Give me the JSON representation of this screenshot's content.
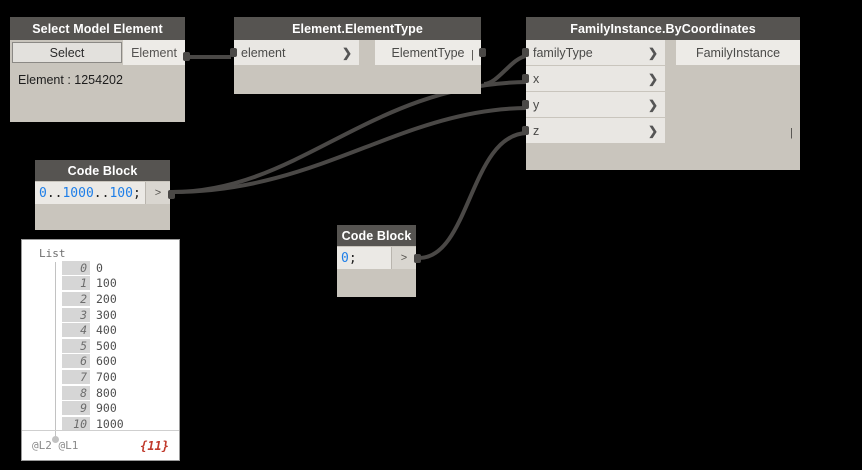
{
  "nodes": {
    "select_model_element": {
      "title": "Select Model Element",
      "button_label": "Select",
      "output_label": "Element",
      "info": "Element : 1254202"
    },
    "element_elementtype": {
      "title": "Element.ElementType",
      "input_label": "element",
      "output_label": "ElementType",
      "lacing": "|"
    },
    "familyinstance_bycoordinates": {
      "title": "FamilyInstance.ByCoordinates",
      "inputs": [
        {
          "label": "familyType"
        },
        {
          "label": "x"
        },
        {
          "label": "y"
        },
        {
          "label": "z"
        }
      ],
      "output_label": "FamilyInstance",
      "lacing": "|"
    },
    "code_block_range": {
      "title": "Code Block",
      "code": "0..1000..100;",
      "code_number_1": "0",
      "code_number_2": "1000",
      "code_number_3": "100",
      "output_port": ">"
    },
    "code_block_zero": {
      "title": "Code Block",
      "code": "0;",
      "code_number_1": "0",
      "output_port": ">"
    }
  },
  "preview": {
    "title": "List",
    "rows": [
      {
        "index": "0",
        "value": "0"
      },
      {
        "index": "1",
        "value": "100"
      },
      {
        "index": "2",
        "value": "200"
      },
      {
        "index": "3",
        "value": "300"
      },
      {
        "index": "4",
        "value": "400"
      },
      {
        "index": "5",
        "value": "500"
      },
      {
        "index": "6",
        "value": "600"
      },
      {
        "index": "7",
        "value": "700"
      },
      {
        "index": "8",
        "value": "800"
      },
      {
        "index": "9",
        "value": "900"
      },
      {
        "index": "10",
        "value": "1000"
      }
    ],
    "levels": "@L2 @L1",
    "count": "{11}"
  },
  "icons": {
    "chevron_right": "❯"
  },
  "colors": {
    "canvas": "#000000",
    "node_header": "#565451",
    "node_body": "#c9c5bd",
    "port": "#e9e7e3",
    "wire": "#4a4846",
    "code_number": "#1d7ee8",
    "count_badge": "#c0392b"
  }
}
